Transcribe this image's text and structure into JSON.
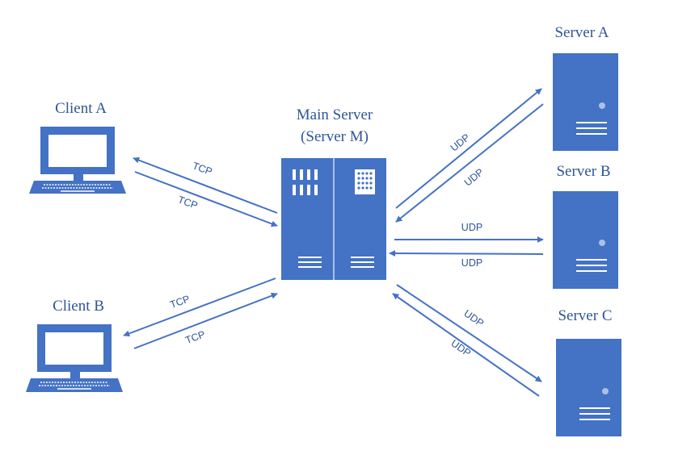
{
  "colors": {
    "primary": "#4472c4",
    "label": "#2f5597",
    "accent": "#a9c1e8",
    "background": "#ffffff"
  },
  "nodes": {
    "client_a": {
      "label": "Client A",
      "icon": "laptop-icon"
    },
    "client_b": {
      "label": "Client B",
      "icon": "laptop-icon"
    },
    "main_server": {
      "label_line1": "Main Server",
      "label_line2": "(Server M)",
      "icon": "server-rack-icon"
    },
    "server_a": {
      "label": "Server A",
      "icon": "server-tower-icon"
    },
    "server_b": {
      "label": "Server B",
      "icon": "server-tower-icon"
    },
    "server_c": {
      "label": "Server C",
      "icon": "server-tower-icon"
    }
  },
  "edges": [
    {
      "from": "main_server",
      "to": "client_a",
      "protocol": "TCP"
    },
    {
      "from": "client_a",
      "to": "main_server",
      "protocol": "TCP"
    },
    {
      "from": "main_server",
      "to": "client_b",
      "protocol": "TCP"
    },
    {
      "from": "client_b",
      "to": "main_server",
      "protocol": "TCP"
    },
    {
      "from": "main_server",
      "to": "server_a",
      "protocol": "UDP"
    },
    {
      "from": "server_a",
      "to": "main_server",
      "protocol": "UDP"
    },
    {
      "from": "main_server",
      "to": "server_b",
      "protocol": "UDP"
    },
    {
      "from": "server_b",
      "to": "main_server",
      "protocol": "UDP"
    },
    {
      "from": "server_c",
      "to": "main_server",
      "protocol": "UDP"
    },
    {
      "from": "main_server",
      "to": "server_c",
      "protocol": "UDP"
    }
  ]
}
